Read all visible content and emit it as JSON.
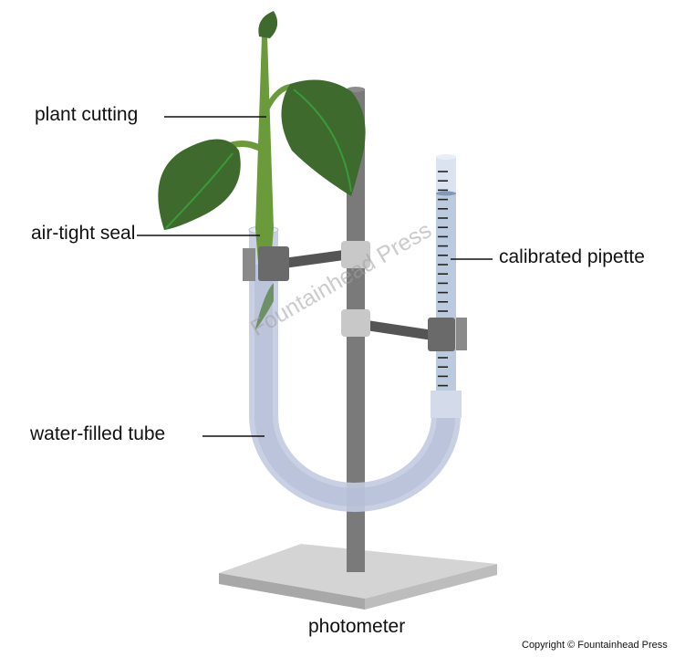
{
  "labels": {
    "plant_cutting": "plant cutting",
    "air_tight_seal": "air-tight seal",
    "calibrated_pipette": "calibrated pipette",
    "water_filled_tube": "water-filled tube",
    "photometer": "photometer"
  },
  "watermark": "Fountainhead Press",
  "copyright": "Copyright © Fountainhead Press",
  "colors": {
    "leaf": "#3f6a2e",
    "stem": "#6b9a3a",
    "tube": "#c3cbe0",
    "rod": "#7a7a7a",
    "clamp": "#6a6a6a"
  }
}
